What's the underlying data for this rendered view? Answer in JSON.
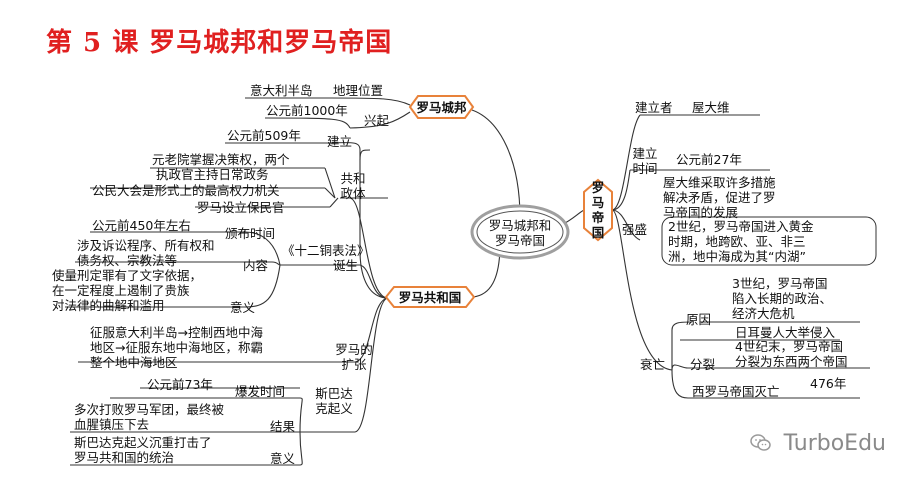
{
  "title": "第 5 课  罗马城邦和罗马帝国",
  "center": {
    "line1": "罗马城邦和",
    "line2": "罗马帝国"
  },
  "city_state": {
    "label": "罗马城邦",
    "geo_label": "地理位置",
    "geo_value": "意大利半岛",
    "rise_label": "兴起",
    "rise_value": "公元前1000年"
  },
  "republic": {
    "label": "罗马共和国",
    "founding": {
      "label": "建立",
      "value": "公元前509年"
    },
    "politics": {
      "label_l1": "共和",
      "label_l2": "政体",
      "items": [
        [
          "元老院掌握决策权，两个",
          "执政官主持日常政务"
        ],
        [
          "公民大会是形式上的最高权力机关"
        ],
        [
          "罗马设立保民官"
        ]
      ]
    },
    "law": {
      "label": "《十二铜表法》",
      "label2": "诞生",
      "time_label": "颁布时间",
      "time_value": "公元前450年左右",
      "content_label": "内容",
      "content_l1": "涉及诉讼程序、所有权和",
      "content_l2": "债务权、宗教法等",
      "meaning_label": "意义",
      "meaning_l1": "使量刑定罪有了文字依据，",
      "meaning_l2": "在一定程度上遏制了贵族",
      "meaning_l3": "对法律的曲解和滥用"
    },
    "expansion": {
      "label_l1": "罗马的",
      "label_l2": "扩张",
      "l1": "征服意大利半岛→控制西地中海",
      "l2": "地区→征服东地中海地区，称霸",
      "l3": "整个地中海地区"
    },
    "spartacus": {
      "label_l1": "斯巴达",
      "label_l2": "克起义",
      "time_label": "爆发时间",
      "time_value": "公元前73年",
      "result_label": "结果",
      "result_l1": "多次打败罗马军团，最终被",
      "result_l2": "血腥镇压下去",
      "meaning_label": "意义",
      "meaning_l1": "斯巴达克起义沉重打击了",
      "meaning_l2": "罗马共和国的统治"
    }
  },
  "empire": {
    "label_l1": "罗",
    "label_l2": "马",
    "label_l3": "帝",
    "label_l4": "国",
    "founder_label": "建立者",
    "founder_value": "屋大维",
    "found_label_l1": "建立",
    "found_label_l2": "时间",
    "found_time": "公元前27年",
    "found_detail_l1": "屋大维采取许多措施",
    "found_detail_l2": "解决矛盾，促进了罗",
    "found_detail_l3": "马帝国的发展",
    "peak_label": "强盛",
    "peak_l1": "2世纪，罗马帝国进入黄金",
    "peak_l2": "时期，地跨欧、亚、非三",
    "peak_l3": "洲，地中海成为其“内湖”",
    "decline_label": "衰亡",
    "cause_label": "原因",
    "cause1_l1": "3世纪，罗马帝国",
    "cause1_l2": "陷入长期的政治、",
    "cause1_l3": "经济大危机",
    "cause2": "日耳曼人大举侵入",
    "split_label": "分裂",
    "split_l1": "4世纪末，罗马帝国",
    "split_l2": "分裂为东西两个帝国",
    "fall_text": "西罗马帝国灭亡",
    "fall_year": "476年"
  },
  "watermark": {
    "icon": "wechat-icon",
    "text": "TurboEdu"
  },
  "colors": {
    "title": "#e02020",
    "node_border": "#e8823a",
    "center_border": "#a0a0a0",
    "lines": "#333333"
  }
}
